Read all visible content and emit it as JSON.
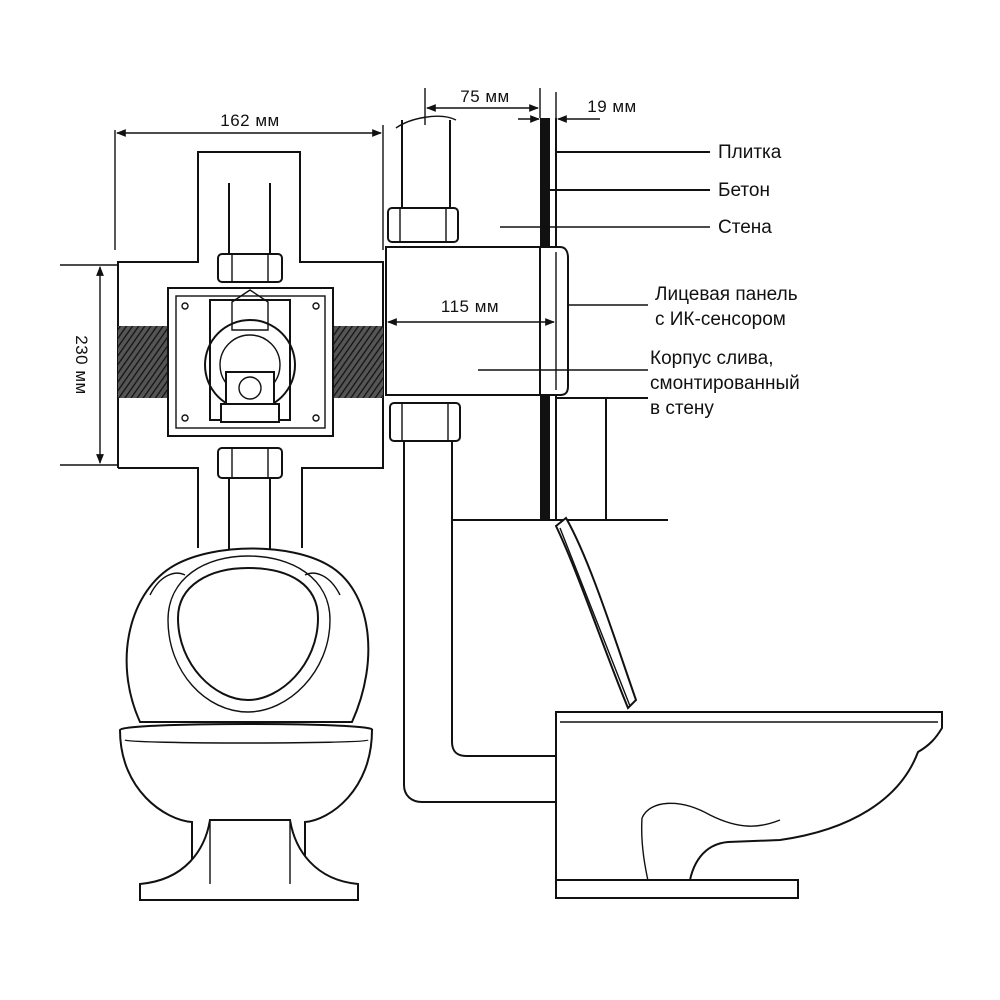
{
  "dimensions": {
    "width_162": "162 мм",
    "height_230": "230 мм",
    "depth_75": "75 мм",
    "tile_19": "19 мм",
    "depth_115": "115 мм"
  },
  "labels": {
    "tile": "Плитка",
    "concrete": "Бетон",
    "wall": "Стена",
    "panel_line1": "Лицевая панель",
    "panel_line2": "с ИК-сенсором",
    "body_line1": "Корпус слива,",
    "body_line2": "смонтированный",
    "body_line3": "в стену"
  },
  "colors": {
    "line": "#111111",
    "background": "#ffffff"
  }
}
